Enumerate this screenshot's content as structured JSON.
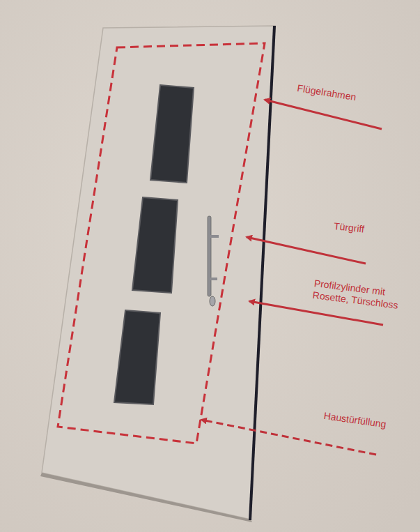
{
  "diagram": {
    "labels": [
      "Flügelrahmen",
      "Türgriff",
      "Profilzylinder mit Rosette, Türschloss",
      "Haustürfüllung"
    ]
  }
}
